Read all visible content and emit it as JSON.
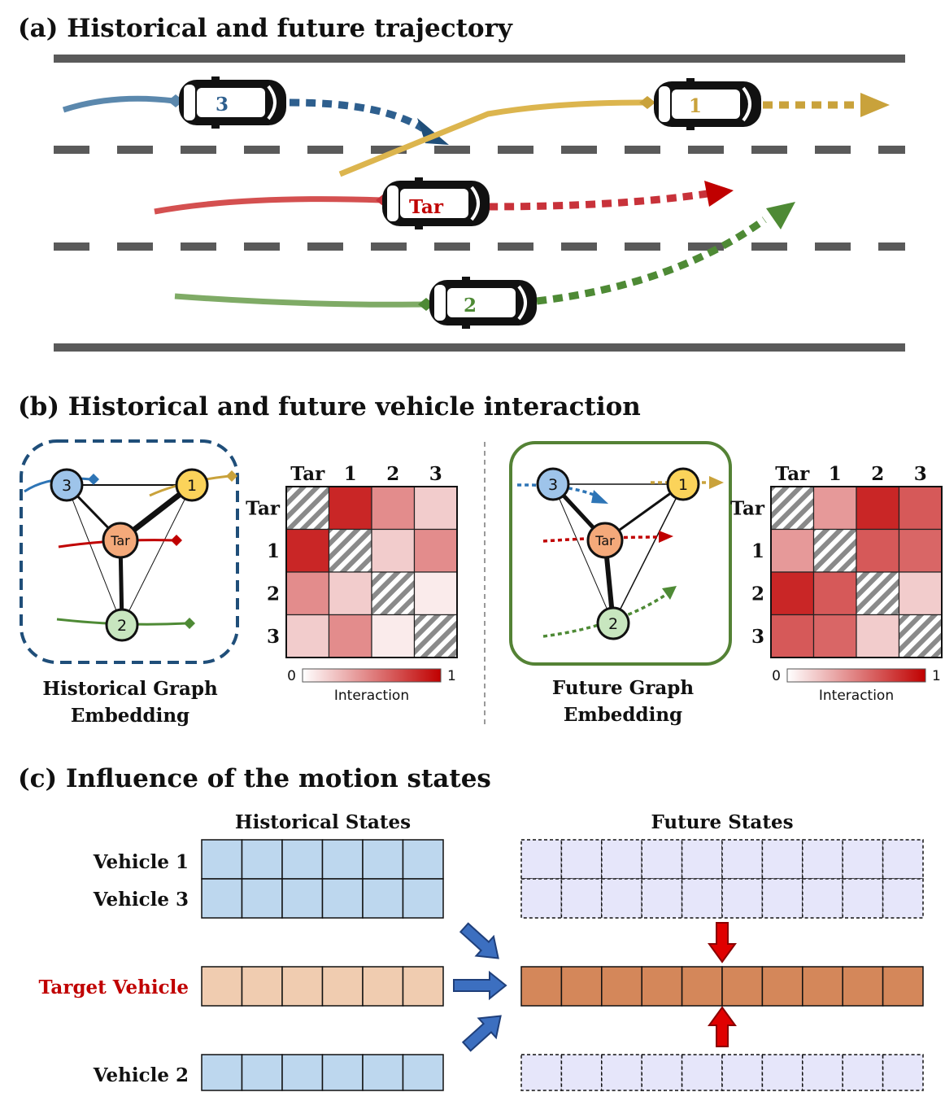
{
  "sections": {
    "a_title": "(a) Historical and future trajectory",
    "b_title": "(b) Historical and future vehicle interaction",
    "c_title": "(c) Influence of the motion states"
  },
  "vehicles": {
    "tar": "Tar",
    "v1": "1",
    "v2": "2",
    "v3": "3"
  },
  "colors": {
    "tar": "#c8323a",
    "v1": "#c9a23b",
    "v2": "#4e8a35",
    "v3": "#2e5f8e",
    "v3_hist": "#5b88ad",
    "v1_hist": "#dcb54e",
    "v2_hist": "#7fab66",
    "tar_hist": "#d45050",
    "node_tar": "#f4a97a",
    "node_1": "#fbd35a",
    "node_2": "#c8e6bf",
    "node_3": "#9ec4ea",
    "hist_frame": "#1f4e79",
    "future_frame": "#548235",
    "hist_cell": "#bdd7ee",
    "target_hist_cell": "#f0ccb0",
    "future_cell": "#e6e6fa",
    "target_future_cell": "#d4875a",
    "arrow_blue": "#3c6fc0",
    "arrow_red": "#e00000"
  },
  "graphs": {
    "historical": {
      "caption_line1": "Historical Graph",
      "caption_line2": "Embedding"
    },
    "future": {
      "caption_line1": "Future Graph",
      "caption_line2": "Embedding"
    }
  },
  "heatmaps": {
    "labels": [
      "Tar",
      "1",
      "2",
      "3"
    ],
    "colorbar_min": "0",
    "colorbar_max": "1",
    "colorbar_label": "Interaction",
    "historical": [
      [
        null,
        0.85,
        0.45,
        0.2
      ],
      [
        0.85,
        null,
        0.2,
        0.45
      ],
      [
        0.45,
        0.2,
        null,
        0.08
      ],
      [
        0.2,
        0.45,
        0.08,
        null
      ]
    ],
    "future": [
      [
        null,
        0.4,
        0.85,
        0.65
      ],
      [
        0.4,
        null,
        0.65,
        0.6
      ],
      [
        0.85,
        0.65,
        null,
        0.2
      ],
      [
        0.65,
        0.6,
        0.2,
        null
      ]
    ]
  },
  "states": {
    "historical_header": "Historical States",
    "future_header": "Future States",
    "vehicle1": "Vehicle 1",
    "vehicle3": "Vehicle 3",
    "target": "Target Vehicle",
    "vehicle2": "Vehicle 2",
    "historical_steps": 6,
    "future_steps": 10
  }
}
